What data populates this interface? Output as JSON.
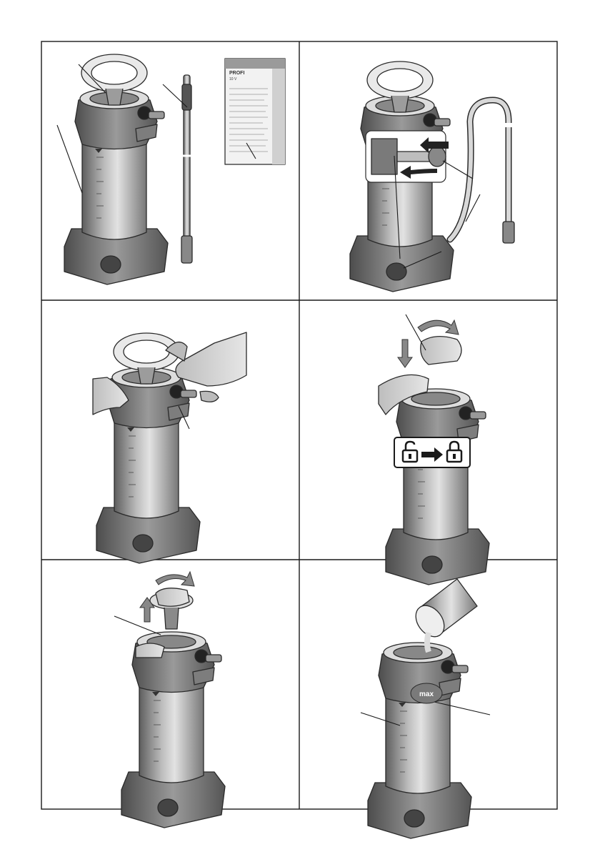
{
  "document": {
    "figures": [
      {
        "id": "figure-1",
        "description_label": ""
      },
      {
        "id": "figure-2",
        "description_label": ""
      },
      {
        "id": "figure-3",
        "description_label": ""
      },
      {
        "id": "figure-4",
        "description_label": ""
      },
      {
        "id": "figure-5",
        "description_label": ""
      },
      {
        "id": "figure-6",
        "description_label": ""
      }
    ],
    "manual_cover": {
      "brand": "PROFI",
      "model": "10 V"
    },
    "fill_label": "max",
    "colors": {
      "metal_dark": "#6f6f6f",
      "metal_mid": "#a4a4a4",
      "metal_light": "#d8d8d8",
      "hand": "#c8c8c8",
      "line": "#1a1a1a"
    },
    "icons": [
      "unlocked-padlock-icon",
      "arrow-right-icon",
      "locked-padlock-icon",
      "rotate-arrow-icon",
      "down-arrow-icon",
      "up-arrow-icon"
    ]
  }
}
